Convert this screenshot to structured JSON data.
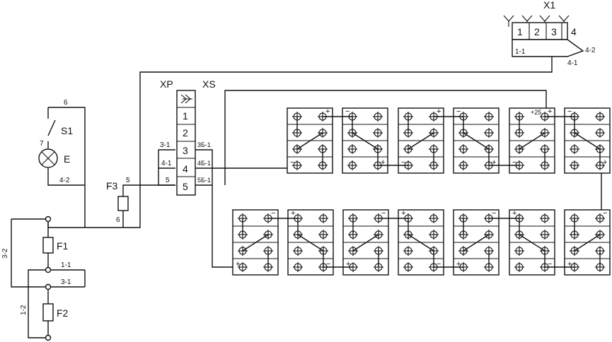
{
  "connector_x1": {
    "label": "X1",
    "pins": [
      "1",
      "2",
      "3",
      "4"
    ],
    "left_label": "1-1",
    "right_label": "4-2",
    "bottom_label": "4-1"
  },
  "connector_xp_xs": {
    "xp_label": "XP",
    "xs_label": "XS",
    "pins": [
      "1",
      "2",
      "3",
      "4",
      "5"
    ],
    "left_wires": [
      "3-1",
      "4-1",
      "5"
    ],
    "right_wires": [
      "3Б-1",
      "4Б-1",
      "5Б-1"
    ]
  },
  "switch": {
    "label": "S1",
    "top_wire": "6",
    "node": "7"
  },
  "lamp": {
    "label": "E",
    "wire": "4-2"
  },
  "fuse_f3": {
    "label": "F3",
    "top_wire": "5",
    "bottom_wire": "6"
  },
  "fuse_f1": {
    "label": "F1",
    "left_wire": "3-2",
    "right_wire": "1-1"
  },
  "fuse_f2": {
    "label": "F2",
    "left_wire": "1-2",
    "right_wire": "3-1"
  },
  "battery": {
    "polarity_plus": "+",
    "polarity_minus": "−",
    "output_label": "+25"
  }
}
